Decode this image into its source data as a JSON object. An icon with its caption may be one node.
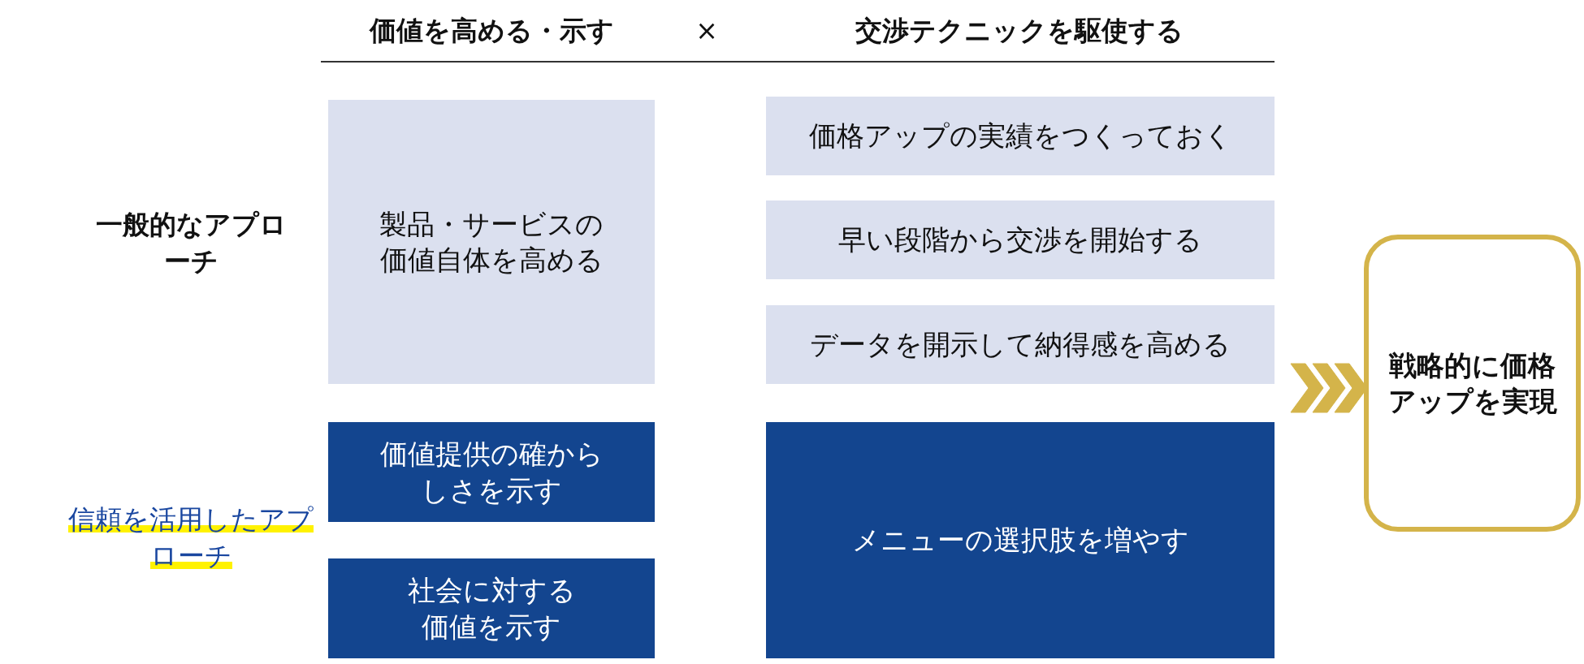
{
  "diagram": {
    "nodes": [
      {
        "text": [
          "製品・サービスの価値自体を高める"
        ]
      },
      {
        "text": [
          "価格アップの実績をつくっておく"
        ]
      },
      {
        "text": [
          "早い段階から交渉を開始する"
        ]
      },
      {
        "text": [
          "データを開示して納得感を高める"
        ]
      },
      {
        "text": [
          "価値提供の確からしさを示す"
        ]
      },
      {
        "text": [
          "社会に対する価値を示す"
        ]
      },
      {
        "text": [
          "メニューの選択肢を増やす"
        ]
      },
      {
        "text": [
          "戦略的に価格アップを実現"
        ]
      }
    ],
    "edges": [
      {
        "from": null,
        "to": 7,
        "arrow": "to"
      }
    ],
    "labels": [
      "価値を高める・示す",
      "×",
      "交渉テクニックを駆使する",
      "一般的なアプローチ",
      "信頼を活用したアプローチ"
    ]
  }
}
